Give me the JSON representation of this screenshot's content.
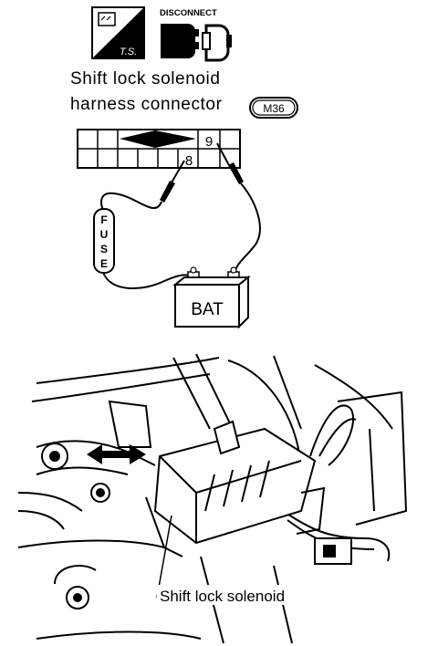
{
  "icons": {
    "ts_label": "T.S.",
    "disconnect_label": "DISCONNECT"
  },
  "title": {
    "line1": "Shift lock solenoid",
    "line2": "harness connector"
  },
  "connector_code": "M36",
  "pins": {
    "upper": "9",
    "lower": "8"
  },
  "fuse_letters": [
    "F",
    "U",
    "S",
    "E"
  ],
  "battery_label": "BAT",
  "callout_label": "Shift lock solenoid"
}
